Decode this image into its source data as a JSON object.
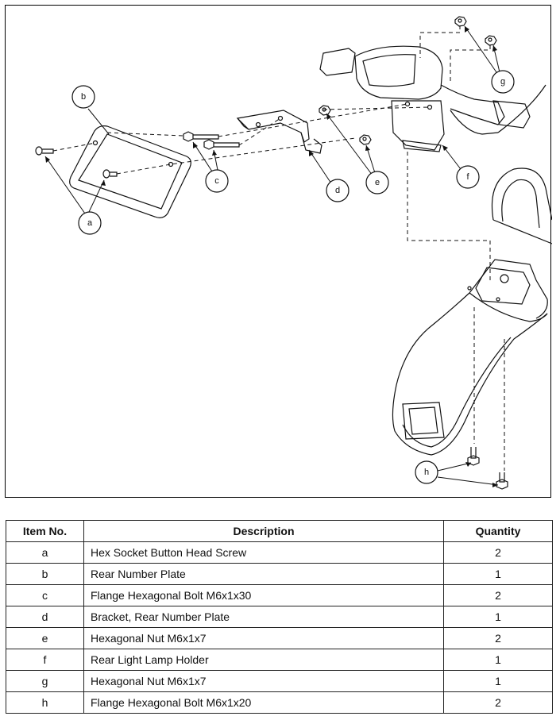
{
  "callouts": {
    "a": "a",
    "b": "b",
    "c": "c",
    "d": "d",
    "e": "e",
    "f": "f",
    "g": "g",
    "h": "h"
  },
  "table": {
    "headers": [
      "Item No.",
      "Description",
      "Quantity"
    ],
    "rows": [
      {
        "item": "a",
        "description": "Hex Socket Button Head Screw",
        "quantity": "2"
      },
      {
        "item": "b",
        "description": "Rear Number Plate",
        "quantity": "1"
      },
      {
        "item": "c",
        "description": "Flange Hexagonal Bolt M6x1x30",
        "quantity": "2"
      },
      {
        "item": "d",
        "description": "Bracket, Rear Number Plate",
        "quantity": "1"
      },
      {
        "item": "e",
        "description": "Hexagonal Nut M6x1x7",
        "quantity": "2"
      },
      {
        "item": "f",
        "description": "Rear Light Lamp Holder",
        "quantity": "1"
      },
      {
        "item": "g",
        "description": "Hexagonal Nut M6x1x7",
        "quantity": "1"
      },
      {
        "item": "h",
        "description": "Flange Hexagonal Bolt M6x1x20",
        "quantity": "2"
      }
    ]
  }
}
